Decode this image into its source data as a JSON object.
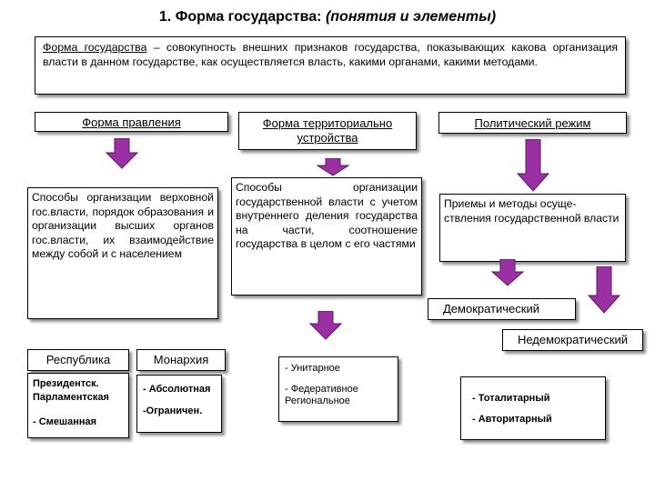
{
  "title": {
    "main": "1. Форма государства:",
    "sub": "(понятия и элементы)"
  },
  "definition": {
    "term": "Форма государства",
    "text": " – совокупность внешних признаков государства, показывающих какова организация власти в данном государстве, как осуществляется власть, какими органами, какими методами."
  },
  "columns": {
    "government": {
      "header": "Форма правления",
      "description": "Способы организации верховной гос.власти, порядок образования и организации высших органов гос.власти, их взаимодействие между собой и с населением",
      "types": [
        "Республика",
        "Монархия"
      ],
      "republic_subtypes": [
        "Президентск. Парламентская",
        "- Смешанная"
      ],
      "monarchy_subtypes": [
        "- Абсолютная",
        "-Ограничен."
      ]
    },
    "territorial": {
      "header": "Форма территориально устройства",
      "description": "Способы организации государственной власти с учетом внутреннего деления государства на части, соотношение государства в целом с его частями",
      "types": [
        "- Унитарное",
        "- Федеративное Региональное"
      ]
    },
    "regime": {
      "header": "Политический режим",
      "description": "Приемы и методы осуще-ствления государственной власти",
      "types": [
        "Демократический",
        "Недемократический"
      ],
      "nondemocratic_subtypes": [
        "- Тоталитарный",
        "- Авторитарный"
      ]
    }
  },
  "colors": {
    "arrow_fill": "#9b2fa4",
    "arrow_stroke": "#5a1a60",
    "border": "#000000"
  }
}
